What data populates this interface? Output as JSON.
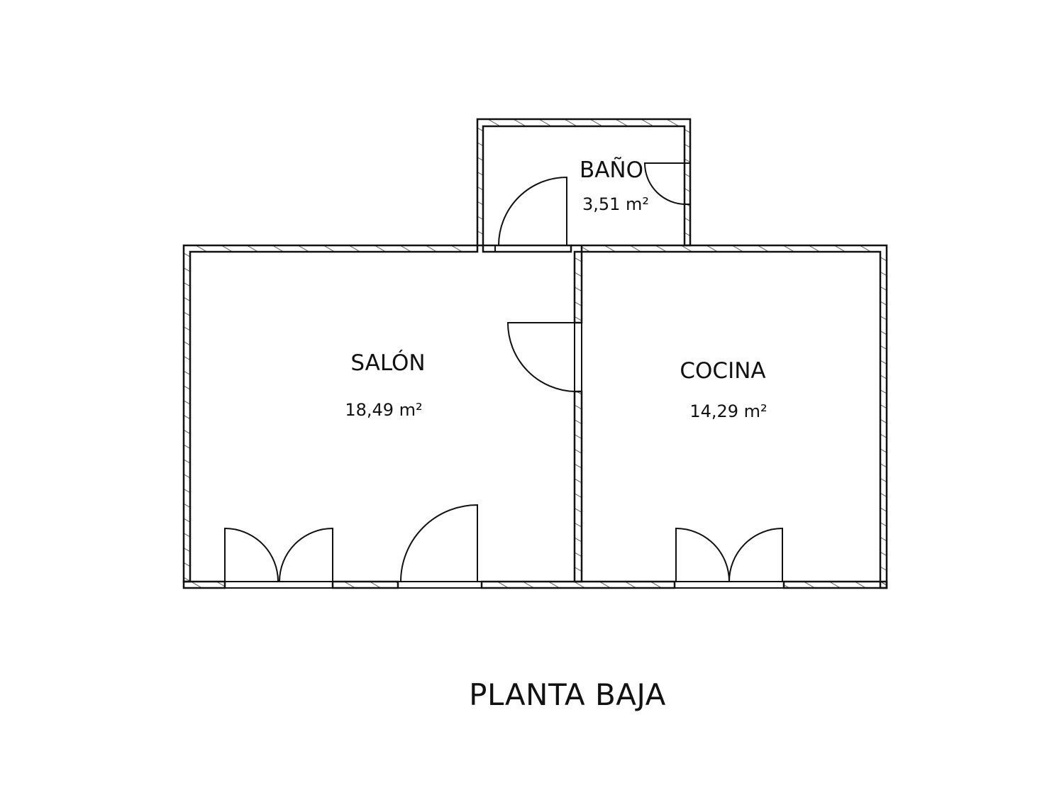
{
  "plan": {
    "title": "PLANTA BAJA",
    "rooms": [
      {
        "name": "BAÑO",
        "area": "3,51 m²"
      },
      {
        "name": "SALÓN",
        "area": "18,49 m²"
      },
      {
        "name": "COCINA",
        "area": "14,29 m²"
      }
    ]
  },
  "colors": {
    "line": "#111111",
    "background": "#ffffff"
  }
}
